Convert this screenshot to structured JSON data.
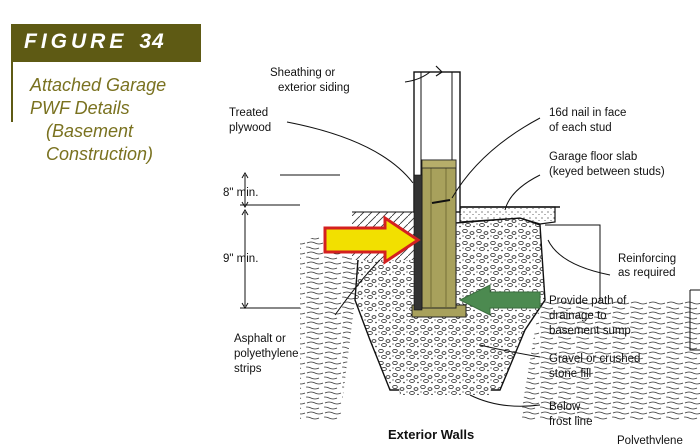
{
  "figure": {
    "label": "Figure",
    "number": "34",
    "caption_lines": [
      "Attached Garage",
      "PWF Details",
      "(Basement",
      "Construction)"
    ]
  },
  "diagram": {
    "labels": {
      "sheathing": [
        "Sheathing or",
        "exterior siding"
      ],
      "treated": [
        "Treated",
        "plywood"
      ],
      "nail": [
        "16d nail in face",
        "of each stud"
      ],
      "slab": [
        "Garage floor slab",
        "(keyed between studs)"
      ],
      "min8": "8\" min.",
      "min9": "9\" min.",
      "reinforcing": [
        "Reinforcing",
        "as required"
      ],
      "drainage": [
        "Provide path of",
        "drainage to",
        "basement sump"
      ],
      "asphalt": [
        "Asphalt or",
        "polyethylene",
        "strips"
      ],
      "gravel": [
        "Gravel or crushed",
        "stone fill"
      ],
      "frost": [
        "Below",
        "frost line"
      ],
      "walls": "Exterior Walls",
      "cut": "Polyethylene"
    },
    "colors": {
      "highlight_stud": "#a8a15c",
      "arrow_yellow": "#f2e000",
      "arrow_red": "#d42020",
      "arrow_green": "#4c8a50"
    }
  }
}
